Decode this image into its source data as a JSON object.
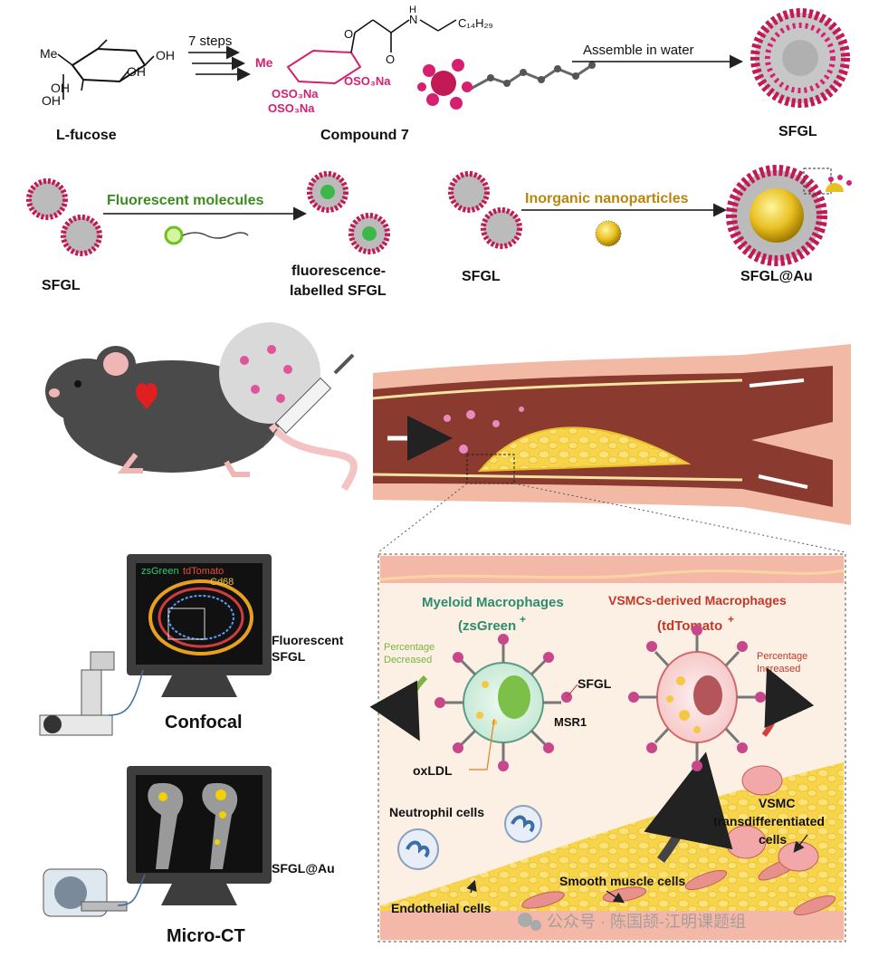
{
  "synthesis": {
    "start_label": "L-fucose",
    "start_me": "Me",
    "oh": "OH",
    "steps_label": "7 steps",
    "compound_label": "Compound 7",
    "assemble_label": "Assemble in water",
    "product_label": "SFGL",
    "me_pink": "Me",
    "oso3na_1": "OSO₃Na",
    "oso3na_2": "OSO₃Na",
    "oso3na_3": "OSO₃Na",
    "nh": "N",
    "h": "H",
    "o": "O",
    "c14": "C₁₄H₂₉"
  },
  "labeling": {
    "left_input": "SFGL",
    "fluor_label": "Fluorescent molecules",
    "fluor_product_line1": "fluorescence-",
    "fluor_product_line2": "labelled SFGL",
    "right_input": "SFGL",
    "inorganic_label": "Inorganic nanoparticles",
    "au_product": "SFGL@Au"
  },
  "imaging": {
    "confocal_legend_green": "zsGreen",
    "confocal_legend_red": "tdTomato",
    "confocal_legend_blue": "Cd68",
    "fluor_line1": "Fluorescent",
    "fluor_line2": "SFGL",
    "confocal_label": "Confocal",
    "au_label": "SFGL@Au",
    "microct_label": "Micro-CT"
  },
  "plaque": {
    "myeloid_title": "Myeloid Macrophages",
    "myeloid_sub": "(zsGreen",
    "myeloid_sup": "+",
    "vsmc_title": "VSMCs-derived Macrophages",
    "vsmc_sub": "(tdTomato",
    "vsmc_sup": "+",
    "pct_dec_1": "Percentage",
    "pct_dec_2": "Decreased",
    "pct_inc_1": "Percentage",
    "pct_inc_2": "Increased",
    "sfgl": "SFGL",
    "msr1": "MSR1",
    "oxldl": "oxLDL",
    "neutrophil": "Neutrophil cells",
    "vsmc_trans_1": "VSMC",
    "vsmc_trans_2": "transdifferentiated",
    "vsmc_trans_3": "cells",
    "smooth": "Smooth muscle cells",
    "endothelial": "Endothelial cells"
  },
  "watermark": "公众号 · 陈国颉-江明课题组",
  "colors": {
    "magenta": "#d6206f",
    "green_label": "#3b8c1e",
    "gold_label": "#b8860b",
    "teal": "#2e8b6e",
    "red_label": "#c0392b"
  }
}
